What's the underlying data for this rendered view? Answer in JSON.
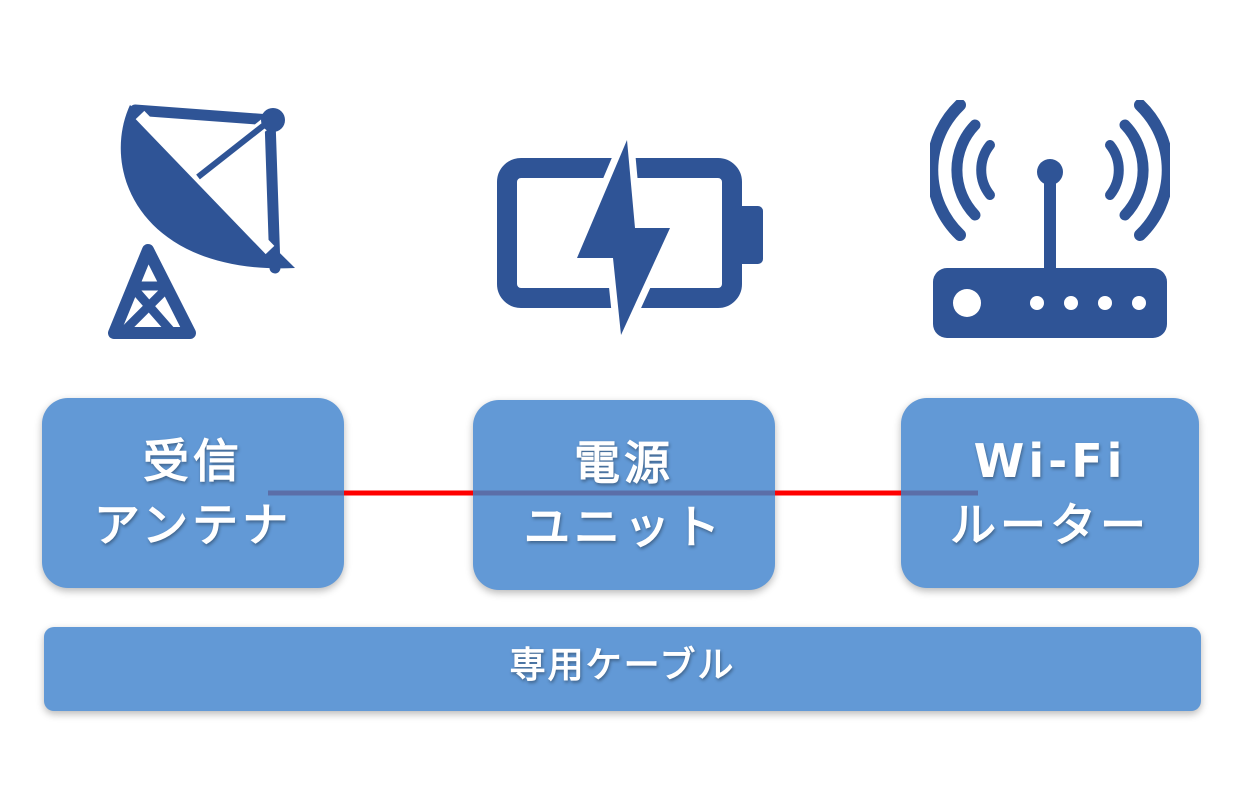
{
  "components": [
    {
      "id": "antenna",
      "icon": "satellite-dish-icon",
      "line1": "受信",
      "line2": "アンテナ"
    },
    {
      "id": "power",
      "icon": "battery-charging-icon",
      "line1": "電源",
      "line2": "ユニット"
    },
    {
      "id": "wifi",
      "icon": "wifi-router-icon",
      "line1": "Wi-Fi",
      "line2": "ルーター"
    }
  ],
  "cable": {
    "label": "専用ケーブル"
  },
  "colors": {
    "icon": "#2f5496",
    "box": "#6299d6",
    "connector_red": "#ff0000",
    "connector_blue": "#5b6ea8",
    "text": "#ffffff"
  }
}
